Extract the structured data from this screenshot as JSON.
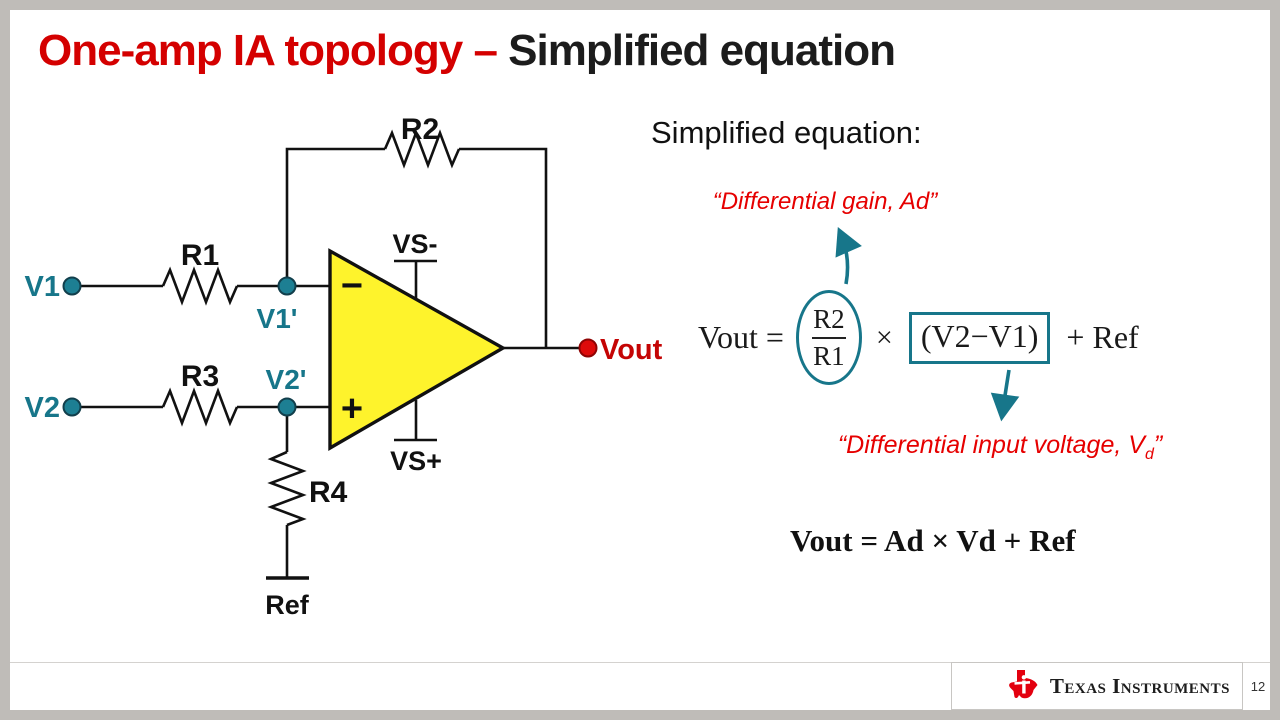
{
  "colors": {
    "frame_gray": "#bfbcb8",
    "title_red": "#d40000",
    "teal_accent": "#17768a",
    "caption_red": "#e60000",
    "opamp_yellow": "#fef32c",
    "node_red": "#de0b0b"
  },
  "title": {
    "red_part": "One-amp IA topology – ",
    "black_part": "Simplified equation"
  },
  "circuit": {
    "labels": {
      "v1": "V1",
      "v2": "V2",
      "v1_prime": "V1'",
      "v2_prime": "V2'",
      "r1": "R1",
      "r2": "R2",
      "r3": "R3",
      "r4": "R4",
      "vs_minus": "VS-",
      "vs_plus": "VS+",
      "minus_input": "−",
      "plus_input": "+",
      "vout": "Vout",
      "ref": "Ref"
    }
  },
  "equations": {
    "heading": "Simplified equation:",
    "gain_caption": "“Differential gain, Ad”",
    "main": {
      "lhs": "Vout =",
      "numerator": "R2",
      "denominator": "R1",
      "times": "×",
      "difference": "(V2−V1)",
      "ref_term": "+ Ref"
    },
    "input_caption": {
      "lead": "“Differential input voltage, V",
      "sub": "d",
      "close": "”"
    },
    "simplified": "Vout = Ad × Vd + Ref"
  },
  "footer": {
    "brand": "Texas Instruments",
    "page": "12"
  }
}
